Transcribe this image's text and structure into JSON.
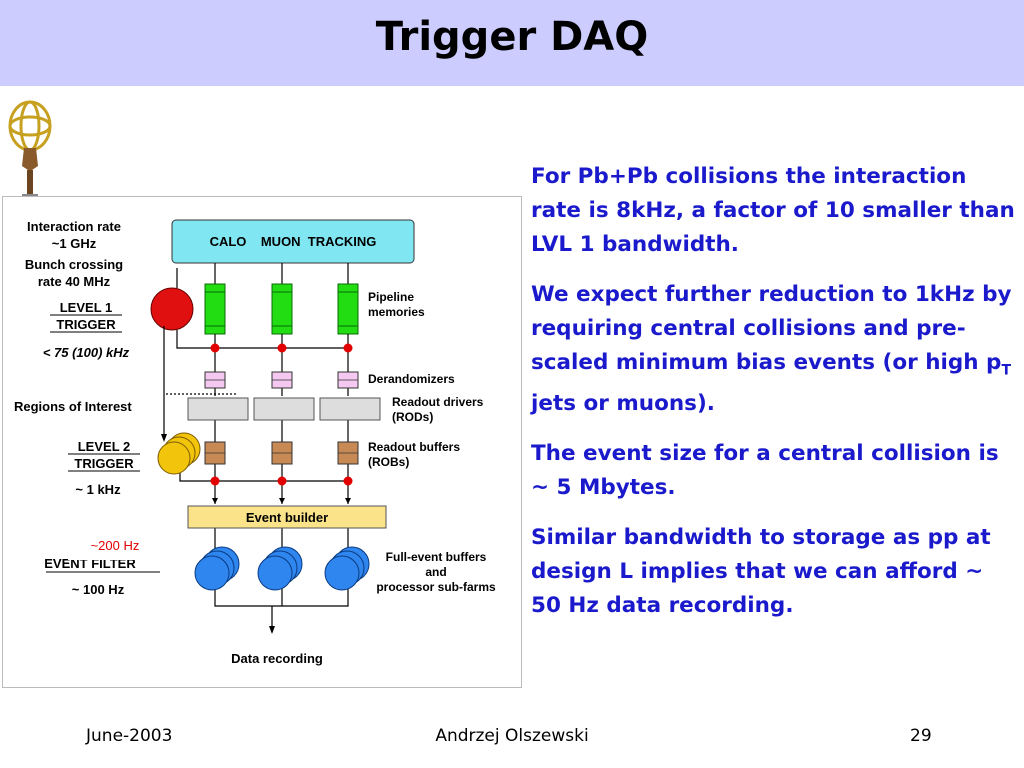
{
  "slide": {
    "title": "Trigger DAQ",
    "paragraphs": [
      "For Pb+Pb collisions the interaction rate is 8kHz, a factor of 10 smaller than LVL 1 bandwidth.",
      "We expect further reduction to 1kHz by requiring central collisions and pre-scaled minimum bias events  (or high p",
      "The event size for a central collision is ~ 5 Mbytes.",
      "Similar bandwidth to storage as pp at design L implies that we can afford ~ 50 Hz data recording."
    ],
    "p2_sub": "T",
    "p2_tail": " jets or muons)."
  },
  "diagram": {
    "interaction_rate": [
      "Interaction rate",
      "~1 GHz"
    ],
    "bunch_crossing": [
      "Bunch crossing",
      "rate 40 MHz"
    ],
    "level1": "LEVEL 1",
    "trigger1": "TRIGGER",
    "rate_l1": "< 75 (100) kHz",
    "roi": "Regions of Interest",
    "level2": "LEVEL 2",
    "trigger2": "TRIGGER",
    "rate_l2": "~ 1 kHz",
    "ef_overlay": "~200 Hz",
    "event_filter": "EVENT FILTER",
    "rate_ef": "~ 100 Hz",
    "detectors": "CALO    MUON  TRACKING",
    "pipeline": [
      "Pipeline",
      "memories"
    ],
    "derandomizers": "Derandomizers",
    "rod": [
      "Readout drivers",
      "(RODs)"
    ],
    "rob": [
      "Readout buffers",
      "(ROBs)"
    ],
    "event_builder": "Event builder",
    "farm": [
      "Full-event buffers",
      "and",
      "processor sub-farms"
    ],
    "data_recording": "Data recording"
  },
  "footer": {
    "date": "June-2003",
    "author": "Andrzej Olszewski",
    "page": "29"
  },
  "colors": {
    "title_bg": "#ccccff",
    "text_blue": "#1a1acc",
    "detector_box": "#80e6f2",
    "pipeline_green": "#22dd11",
    "level1_red": "#e01010",
    "level2_yellow": "#f2c40c",
    "farm_blue": "#2f86ee",
    "event_builder": "#fbe38a",
    "derandomizer_pink": "#f4c8f0",
    "rob_brown": "#c88a55",
    "dot_red": "#e20000"
  }
}
